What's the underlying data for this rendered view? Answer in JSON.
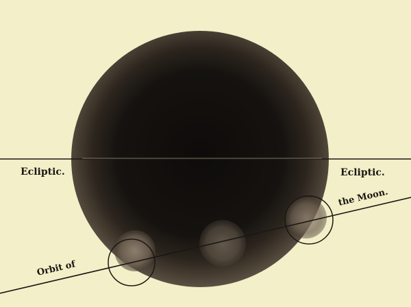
{
  "diagram": {
    "labels": {
      "ecliptic_left": "Ecliptic.",
      "ecliptic_right": "Ecliptic.",
      "orbit_left": "Orbit of",
      "orbit_right": "the Moon."
    },
    "colors": {
      "paper": "#f3efc8",
      "umbra_outer": "#3a3128",
      "umbra_core": "#0f0d0b",
      "line": "#1a1814",
      "moon_shade": "#8a7a6a"
    }
  }
}
